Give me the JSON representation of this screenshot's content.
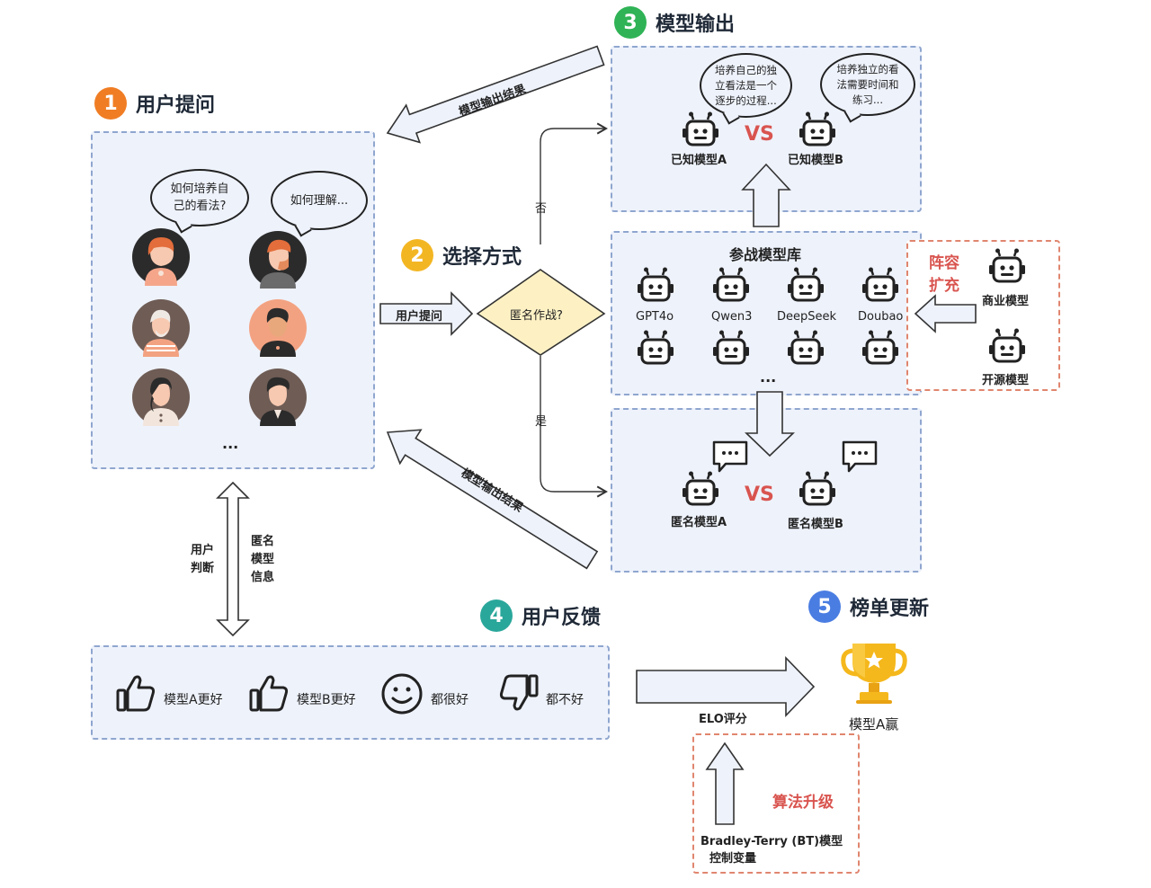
{
  "steps": {
    "s1": {
      "num": "1",
      "label": "用户提问",
      "color": "#f07d24"
    },
    "s2": {
      "num": "2",
      "label": "选择方式",
      "color": "#f3b623"
    },
    "s3": {
      "num": "3",
      "label": "模型输出",
      "color": "#2fb356"
    },
    "s4": {
      "num": "4",
      "label": "用户反馈",
      "color": "#2aa79b"
    },
    "s5": {
      "num": "5",
      "label": "榜单更新",
      "color": "#4a7de2"
    }
  },
  "user_panel": {
    "bubble1_line1": "如何培养自",
    "bubble1_line2": "己的看法?",
    "bubble2": "如何理解...",
    "ellipsis": "..."
  },
  "flow": {
    "user_question_arrow": "用户提问",
    "decision": "匿名作战?",
    "no": "否",
    "yes": "是",
    "result_top": "模型输出结果",
    "result_bottom": "模型输出结果"
  },
  "known_output": {
    "bubble_a": [
      "培养自己的独",
      "立看法是一个",
      "逐步的过程..."
    ],
    "bubble_b": [
      "培养独立的看",
      "法需要时间和",
      "练习..."
    ],
    "model_a": "已知模型A",
    "model_b": "已知模型B",
    "vs": "VS"
  },
  "model_pool": {
    "title": "参战模型库",
    "models": [
      "GPT4o",
      "Qwen3",
      "DeepSeek",
      "Doubao"
    ],
    "ellipsis": "..."
  },
  "expansion": {
    "title_line1": "阵容",
    "title_line2": "扩充",
    "commercial": "商业模型",
    "open_source": "开源模型"
  },
  "anon_output": {
    "dots": "...",
    "model_a": "匿名模型A",
    "model_b": "匿名模型B",
    "vs": "VS"
  },
  "side_labels": {
    "user_judge_1": "用户",
    "user_judge_2": "判断",
    "anon_info_1": "匿名",
    "anon_info_2": "模型",
    "anon_info_3": "信息"
  },
  "feedback": {
    "a_better": "模型A更好",
    "b_better": "模型B更好",
    "both_good": "都很好",
    "both_bad": "都不好"
  },
  "leaderboard": {
    "elo": "ELO评分",
    "winner": "模型A赢",
    "algo": "算法升级",
    "bt_line1": "Bradley-Terry (BT)模型",
    "bt_line2": "控制变量"
  },
  "colors": {
    "panel_bg": "#eef2fb",
    "panel_border": "#8fa6cf",
    "accent_red": "#d9544f",
    "decision_fill": "#fdf1c4",
    "trophy_gold": "#f5b81c"
  }
}
